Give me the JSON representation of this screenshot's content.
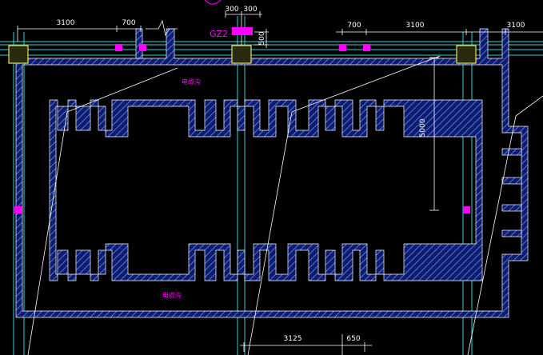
{
  "colors": {
    "background": "#000000",
    "wall": "#1a2fa8",
    "hatch": "#5aaaf0",
    "cyan": "#31d4d4",
    "magenta": "#ff00ff",
    "column": "#c8c050",
    "dim": "#ffffff"
  },
  "dimensions": {
    "top_left_span": "3100",
    "top_left_small": "700",
    "top_mid_a": "300",
    "top_mid_b": "300",
    "top_right_small": "700",
    "top_right_span": "3100",
    "top_far_right": "3100",
    "vertical_small": "500",
    "vertical_large": "5000",
    "bottom_span": "3125",
    "bottom_small": "650"
  },
  "labels": {
    "column_tag": "GZ2",
    "duct_upper": "电缆沟",
    "duct_lower": "电缆沟"
  },
  "icons": {
    "column_markers": "square-column-icon",
    "break_symbol": "break-line-icon"
  }
}
